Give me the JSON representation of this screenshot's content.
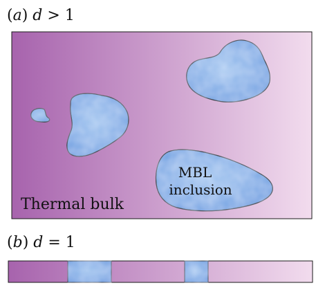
{
  "panel_a": {
    "label_letter": "a",
    "label_var": "d",
    "label_rel": ">",
    "label_value": "1",
    "bulk_label": "Thermal bulk",
    "inclusion_label_line1": "MBL",
    "inclusion_label_line2": "inclusion"
  },
  "panel_b": {
    "label_letter": "b",
    "label_var": "d",
    "label_rel": "=",
    "label_value": "1"
  },
  "colors": {
    "bulk_left": "#a763ad",
    "bulk_right": "#f2dcee",
    "inclusion_fill": "#6f9ee0",
    "inclusion_highlight": "#a7c8f0",
    "outline": "#1a1a1a"
  }
}
